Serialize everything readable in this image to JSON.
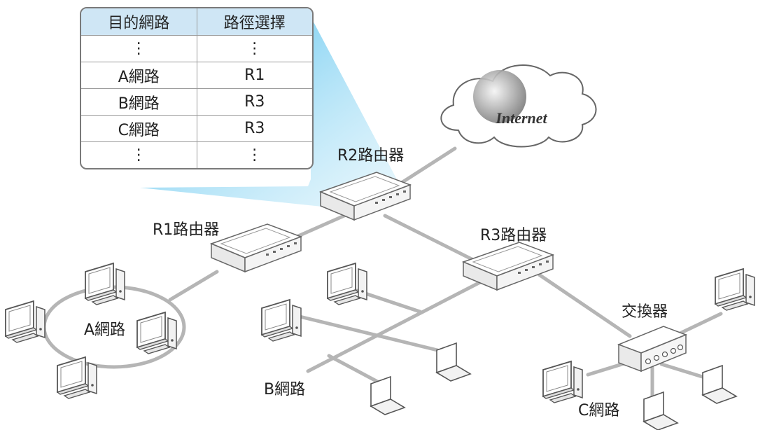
{
  "route_table": {
    "headers": [
      "目的網路",
      "路徑選擇"
    ],
    "rows": [
      [
        "⋮",
        "⋮"
      ],
      [
        "A網路",
        "R1"
      ],
      [
        "B網路",
        "R3"
      ],
      [
        "C網路",
        "R3"
      ],
      [
        "⋮",
        "⋮"
      ]
    ]
  },
  "labels": {
    "internet": "Internet",
    "r1": "R1路由器",
    "r2": "R2路由器",
    "r3": "R3路由器",
    "switch": "交換器",
    "network_a": "A網路",
    "network_b": "B網路",
    "network_c": "C網路"
  },
  "colors": {
    "table_header": "#cfe6f5",
    "callout": "#5cc6ee",
    "cable": "#b5b5b5"
  },
  "icons": [
    "router-icon",
    "switch-icon",
    "desktop-computer-icon",
    "laptop-icon",
    "cloud-globe-icon"
  ]
}
